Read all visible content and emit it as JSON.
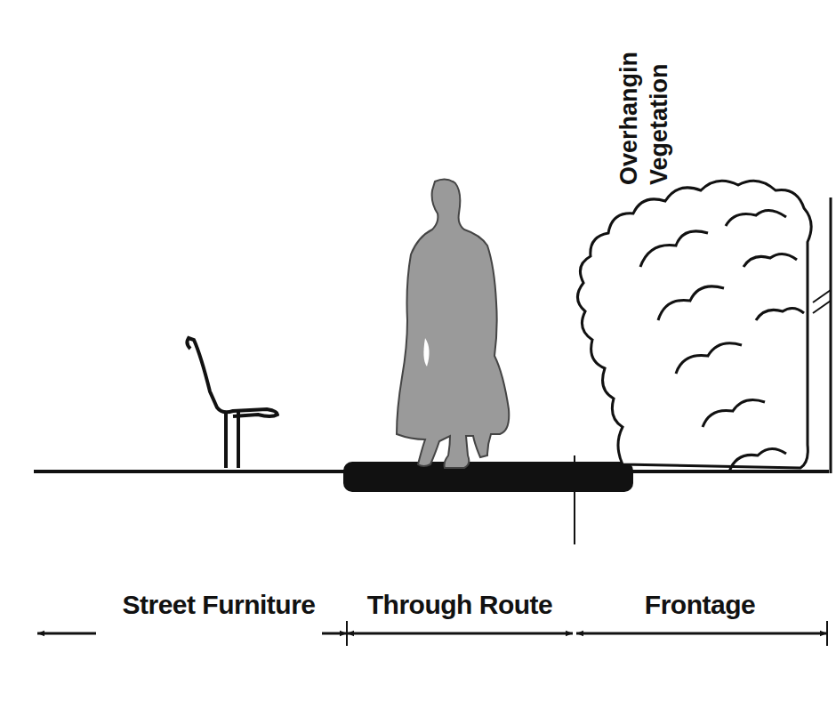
{
  "diagram": {
    "labels": [
      "Overhangin Vegetation",
      "Street Furniture",
      "Through Route",
      "Frontage"
    ]
  }
}
